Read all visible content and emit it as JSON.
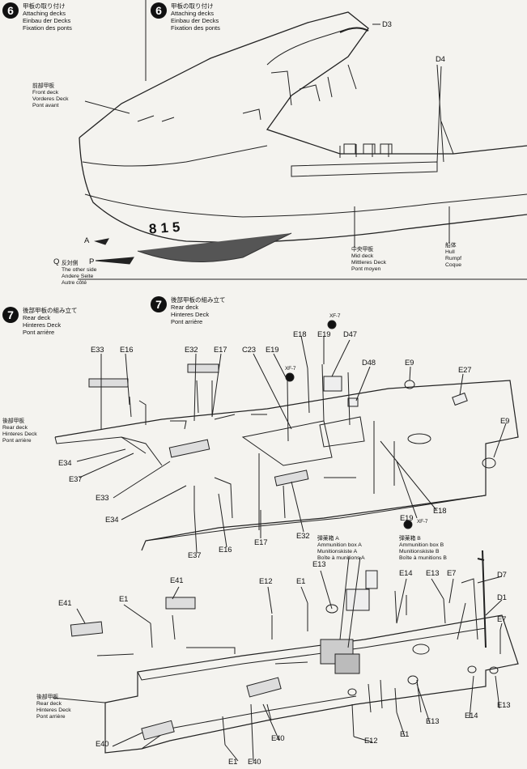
{
  "step6": {
    "number": "6",
    "title": [
      "甲板の取り付け",
      "Attaching decks",
      "Einbau der Decks",
      "Fixation des ponts"
    ],
    "front_deck": [
      "前部甲板",
      "Front deck",
      "Vorderes Deck",
      "Pont avant"
    ],
    "mid_deck": [
      "中央甲板",
      "Mid deck",
      "Mittleres Deck",
      "Pont moyen"
    ],
    "hull": [
      "船体",
      "Hull",
      "Rumpf",
      "Coque"
    ],
    "other_side": [
      "反対側",
      "The other side",
      "Andere Seite",
      "Autre côté"
    ],
    "hull_number": "815",
    "labels": [
      "D3",
      "D4",
      "A",
      "Q",
      "P"
    ]
  },
  "step7": {
    "number": "7",
    "title": [
      "後部甲板の組み立て",
      "Rear deck",
      "Hinteres Deck",
      "Pont arrière"
    ],
    "rear_deck": [
      "後部甲板",
      "Rear deck",
      "Hinteres Deck",
      "Pont arrière"
    ],
    "ammo_a": [
      "弾薬箱 A",
      "Ammunition box A",
      "Munitionskiste A",
      "Boîte à munitions A"
    ],
    "ammo_b": [
      "弾薬箱 B",
      "Ammunition box B",
      "Munitionskiste B",
      "Boîte à munitions B"
    ],
    "labels": [
      "E33",
      "E16",
      "E32",
      "E17",
      "C23",
      "E19",
      "E18",
      "E19",
      "D47",
      "XF-7",
      "XF-7",
      "D48",
      "E9",
      "E27",
      "E9",
      "E34",
      "E37",
      "E33",
      "E34",
      "E37",
      "E16",
      "E17",
      "E32",
      "E19",
      "XF-7",
      "E18"
    ]
  },
  "lower": {
    "labels": [
      "E41",
      "E41",
      "E1",
      "E12",
      "E1",
      "E13",
      "E14",
      "E13",
      "E7",
      "D7",
      "D1",
      "E7",
      "E40",
      "E1",
      "E40",
      "E12",
      "E1",
      "E13",
      "E14",
      "E13",
      "E40"
    ]
  }
}
